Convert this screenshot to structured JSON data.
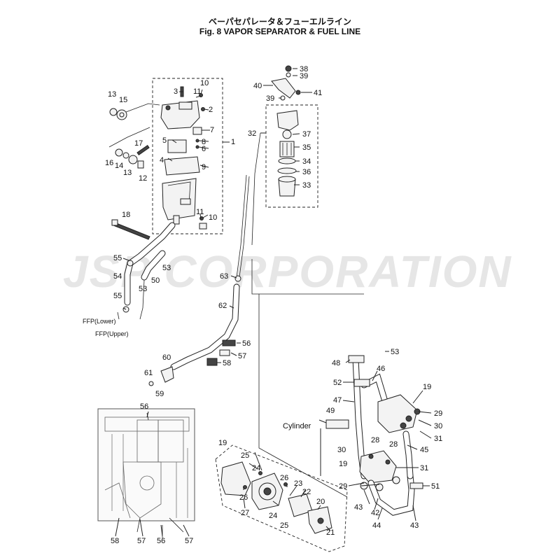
{
  "title_jp": "ベーパセパレータ＆フューエルライン",
  "title_en": "Fig. 8   VAPOR SEPARATOR & FUEL LINE",
  "watermark": "JSP CORPORATION",
  "labels": {
    "l1": "1",
    "l2": "2",
    "l3": "3",
    "l4": "4",
    "l5": "5",
    "l6": "6",
    "l7": "7",
    "l8": "8",
    "l9": "9",
    "l10a": "10",
    "l10b": "10",
    "l11a": "11",
    "l11b": "11",
    "l12": "12",
    "l13a": "13",
    "l13b": "13",
    "l14": "14",
    "l15": "15",
    "l16": "16",
    "l17": "17",
    "l18": "18",
    "l19a": "19",
    "l19b": "19",
    "l19c": "19",
    "l20": "20",
    "l21": "21",
    "l22": "22",
    "l23": "23",
    "l24a": "24",
    "l24b": "24",
    "l25a": "25",
    "l25b": "25",
    "l26a": "26",
    "l26b": "26",
    "l27": "27",
    "l28a": "28",
    "l28b": "28",
    "l29a": "29",
    "l29b": "29",
    "l30a": "30",
    "l30b": "30",
    "l31a": "31",
    "l31b": "31",
    "l32": "32",
    "l33": "33",
    "l34": "34",
    "l35": "35",
    "l36": "36",
    "l37": "37",
    "l38": "38",
    "l39a": "39",
    "l39b": "39",
    "l40": "40",
    "l41": "41",
    "l42": "42",
    "l43a": "43",
    "l43b": "43",
    "l44": "44",
    "l45": "45",
    "l46": "46",
    "l47": "47",
    "l48": "48",
    "l49": "49",
    "l50": "50",
    "l51": "51",
    "l52": "52",
    "l53a": "53",
    "l53b": "53",
    "l53c": "53",
    "l54": "54",
    "l55a": "55",
    "l55b": "55",
    "l56a": "56",
    "l56b": "56",
    "l56c": "56",
    "l57a": "57",
    "l57b": "57",
    "l57c": "57",
    "l58a": "58",
    "l58b": "58",
    "l59": "59",
    "l60": "60",
    "l61": "61",
    "l62": "62",
    "l63": "63"
  },
  "text_labels": {
    "ffp_lower": "FFP(Lower)",
    "ffp_upper": "FFP(Upper)",
    "cylinder": "Cylinder"
  }
}
